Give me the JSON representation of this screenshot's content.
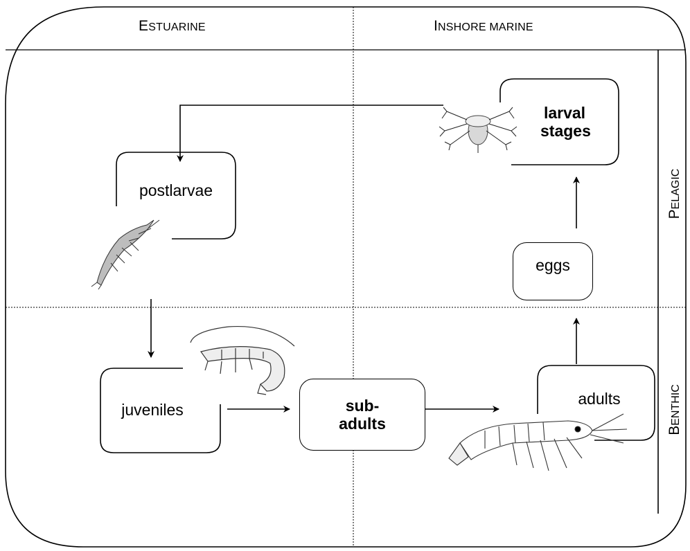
{
  "columns": {
    "left": {
      "first_letter": "E",
      "rest": "stuarine"
    },
    "right": {
      "first_letter": "I",
      "rest": "nshore marine"
    }
  },
  "rows": {
    "top": {
      "first_letter": "P",
      "rest": "elagic"
    },
    "bottom": {
      "first_letter": "B",
      "rest": "enthic"
    }
  },
  "stages": {
    "larval": "larval stages",
    "postlarvae": "postlarvae",
    "eggs": "eggs",
    "juveniles": "juveniles",
    "subadults": "sub-\nadults",
    "adults": "adults"
  },
  "colors": {
    "line": "#000000",
    "background": "#ffffff"
  }
}
